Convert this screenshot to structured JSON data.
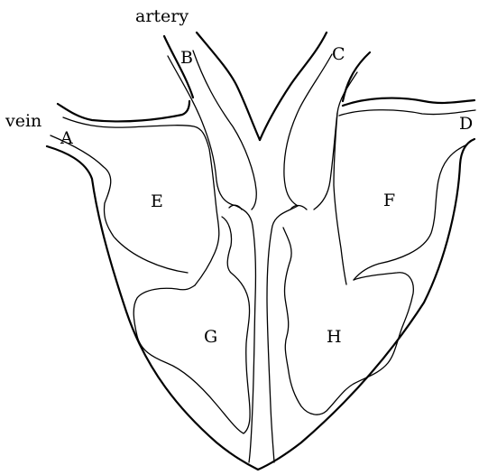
{
  "labels": {
    "artery": "artery",
    "vein": "vein",
    "a": "A",
    "b": "B",
    "c": "C",
    "d": "D",
    "e": "E",
    "f": "F",
    "g": "G",
    "h": "H"
  }
}
